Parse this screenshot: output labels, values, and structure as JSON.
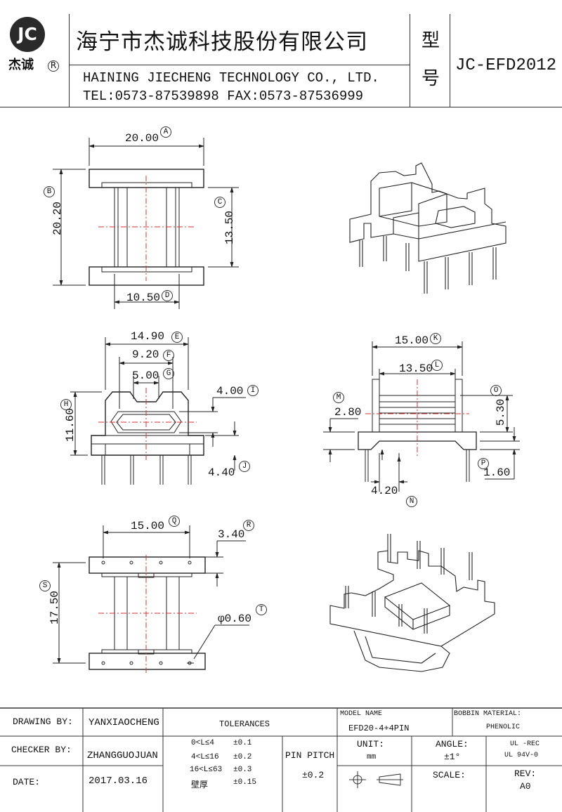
{
  "header": {
    "logo": "JC",
    "logo_text": "杰诚",
    "logo_reg": "R",
    "company_cn": "海宁市杰诚科技股份有限公司",
    "company_en": "HAINING JIECHENG TECHNOLOGY CO., LTD.",
    "contact": "TEL:0573-87539898  FAX:0573-87536999",
    "type_label_1": "型",
    "type_label_2": "号",
    "model_no": "JC-EFD2012"
  },
  "dims": {
    "A": {
      "value": "20.00",
      "tag": "A"
    },
    "B": {
      "value": "20.20",
      "tag": "B"
    },
    "C": {
      "value": "13.50",
      "tag": "C"
    },
    "D": {
      "value": "10.50",
      "tag": "D"
    },
    "E": {
      "value": "14.90",
      "tag": "E"
    },
    "F": {
      "value": "9.20",
      "tag": "F"
    },
    "G": {
      "value": "5.00",
      "tag": "G"
    },
    "H": {
      "value": "11.60",
      "tag": "H"
    },
    "I": {
      "value": "4.00",
      "tag": "I"
    },
    "J": {
      "value": "4.40",
      "tag": "J"
    },
    "K": {
      "value": "15.00",
      "tag": "K"
    },
    "L": {
      "value": "13.50",
      "tag": "L"
    },
    "M": {
      "value": "2.80",
      "tag": "M"
    },
    "N": {
      "value": "4.20",
      "tag": "N"
    },
    "O": {
      "value": "5.30",
      "tag": "O"
    },
    "P": {
      "value": "1.60",
      "tag": "P"
    },
    "Q": {
      "value": "15.00",
      "tag": "Q"
    },
    "R": {
      "value": "3.40",
      "tag": "R"
    },
    "S": {
      "value": "17.50",
      "tag": "S"
    },
    "T": {
      "value": "φ0.60",
      "tag": "T"
    }
  },
  "title_block": {
    "drawing_by_label": "DRAWING  BY:",
    "drawing_by": "YANXIAOCHENG",
    "checker_by_label": "CHECKER  BY:",
    "checker_by": "ZHANGGUOJUAN",
    "date_label": "DATE:",
    "date": "2017.03.16",
    "tolerances_label": "TOLERANCES",
    "tol_rows": [
      {
        "range": "0<L≤4",
        "tol": "±0.1"
      },
      {
        "range": "4<L≤16",
        "tol": "±0.2"
      },
      {
        "range": "16<L≤63",
        "tol": "±0.3"
      },
      {
        "range": "壁厚",
        "tol": "±0.15"
      }
    ],
    "pin_pitch_label": "PIN PITCH",
    "pin_pitch": "±0.2",
    "model_name_label": "MODEL NAME",
    "model_name": "EFD20-4+4PIN",
    "bobbin_material_label": "BOBBIN MATERIAL:",
    "bobbin_material": "PHENOLIC",
    "unit_label": "UNIT:",
    "unit": "mm",
    "angle_label": "ANGLE:",
    "angle": "±1°",
    "ul_1": "UL -REC",
    "ul_2": "UL  94V-0",
    "scale_label": "SCALE:",
    "rev_label": "REV:",
    "rev": "A0"
  }
}
